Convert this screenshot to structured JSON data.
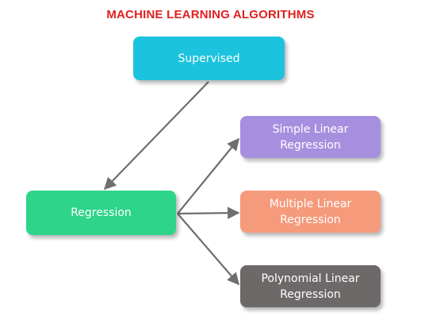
{
  "title": {
    "text": "MACHINE LEARNING ALGORITHMS",
    "color": "#e02020"
  },
  "nodes": {
    "supervised": {
      "label": "Supervised",
      "color": "#1cc3de"
    },
    "regression": {
      "label": "Regression",
      "color": "#2ed48a"
    },
    "simple": {
      "label": "Simple Linear\nRegression",
      "color": "#a78fdf"
    },
    "multiple": {
      "label": "Multiple Linear\nRegression",
      "color": "#f59a7b"
    },
    "poly": {
      "label": "Polynomial Linear\nRegression",
      "color": "#6e6969"
    }
  },
  "edges": [
    {
      "from": "supervised",
      "to": "regression"
    },
    {
      "from": "regression",
      "to": "simple"
    },
    {
      "from": "regression",
      "to": "multiple"
    },
    {
      "from": "regression",
      "to": "poly"
    }
  ],
  "edge_color": "#6e6e6e"
}
